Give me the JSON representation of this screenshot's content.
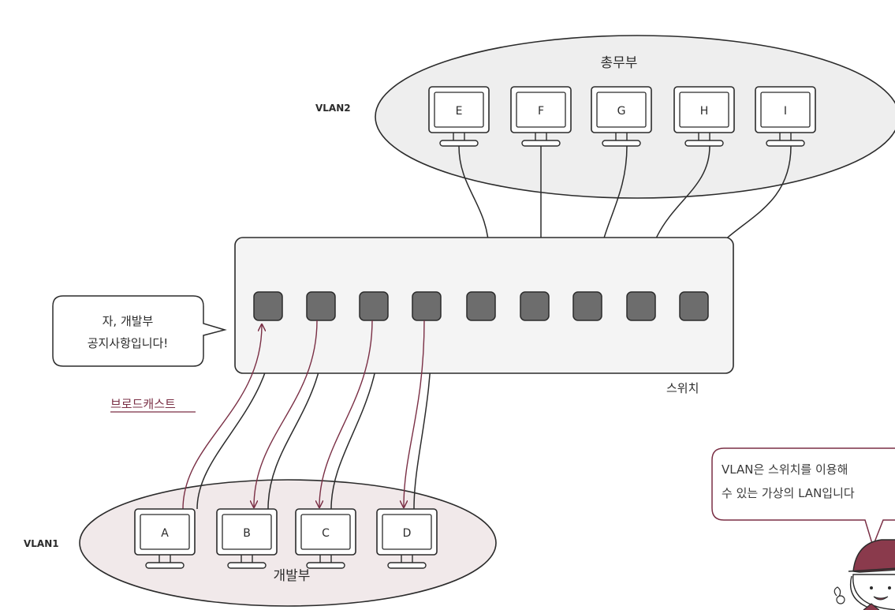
{
  "colors": {
    "ink": "#2b2b2b",
    "accent": "#7a2f45",
    "port": "#6d6d6d",
    "switch_fill": "#f4f4f4",
    "vlan1_fill": "#f1e9ea",
    "vlan2_fill": "#eeeeee"
  },
  "vlan2": {
    "label": "VLAN2",
    "group": "총무부",
    "computers": [
      "E",
      "F",
      "G",
      "H",
      "I"
    ]
  },
  "vlan1": {
    "label": "VLAN1",
    "group": "개발부",
    "computers": [
      "A",
      "B",
      "C",
      "D"
    ]
  },
  "switch": {
    "label": "스위치",
    "port_count": 9
  },
  "speech_bubble": {
    "line1": "자, 개발부",
    "line2": "공지사항입니다!"
  },
  "broadcast_label": "브로드캐스트",
  "note": {
    "line1": "VLAN은 스위치를 이용해",
    "line2": "수 있는 가상의 LAN입니다"
  },
  "mascot_icon": "mascot-character-icon"
}
